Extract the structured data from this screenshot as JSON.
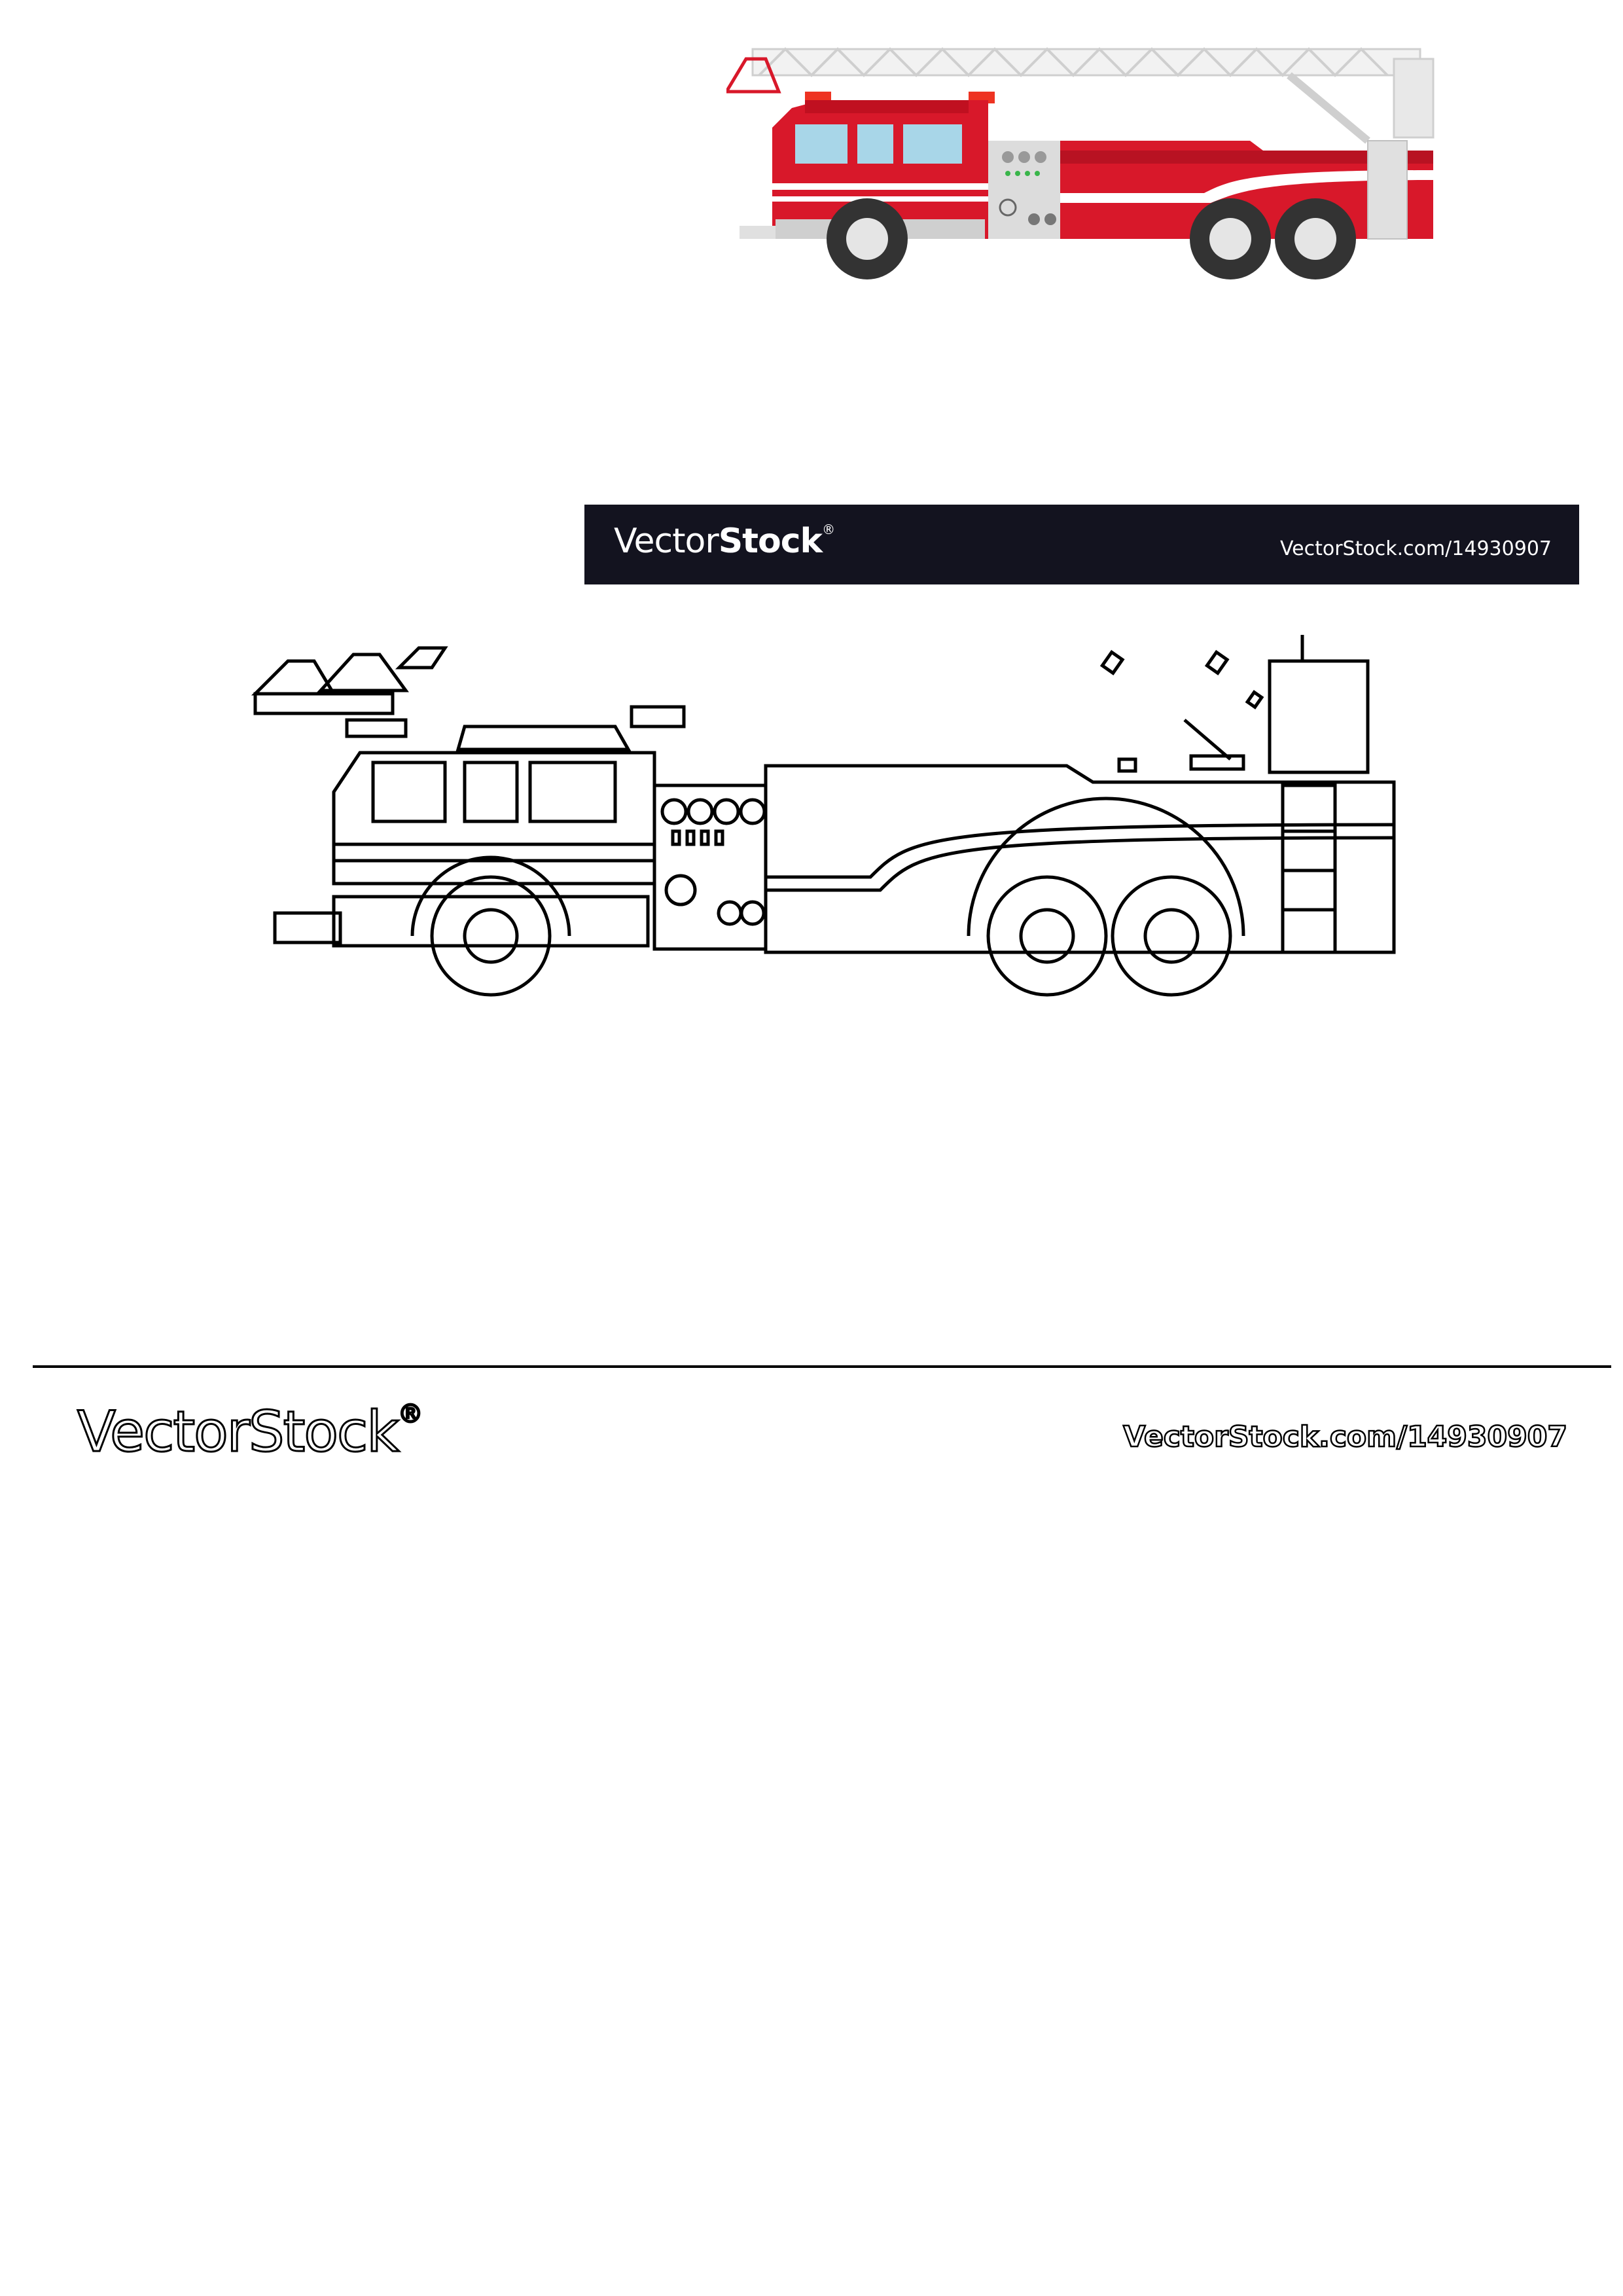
{
  "colors": {
    "truck_red": "#d8182a",
    "truck_dark_red": "#b81222",
    "ladder_white": "#eeeeee",
    "banner_bg": "#13131f",
    "outline": "#000000"
  },
  "banner": {
    "brand_light": "Vector",
    "brand_bold": "Stock",
    "brand_mark": "®",
    "url": "VectorStock.com/14930907"
  },
  "footer": {
    "brand": "VectorStock",
    "brand_mark": "®",
    "url": "VectorStock.com/14930907"
  },
  "icons": [
    "fire-truck-illustration",
    "fire-truck-outline-illustration"
  ]
}
